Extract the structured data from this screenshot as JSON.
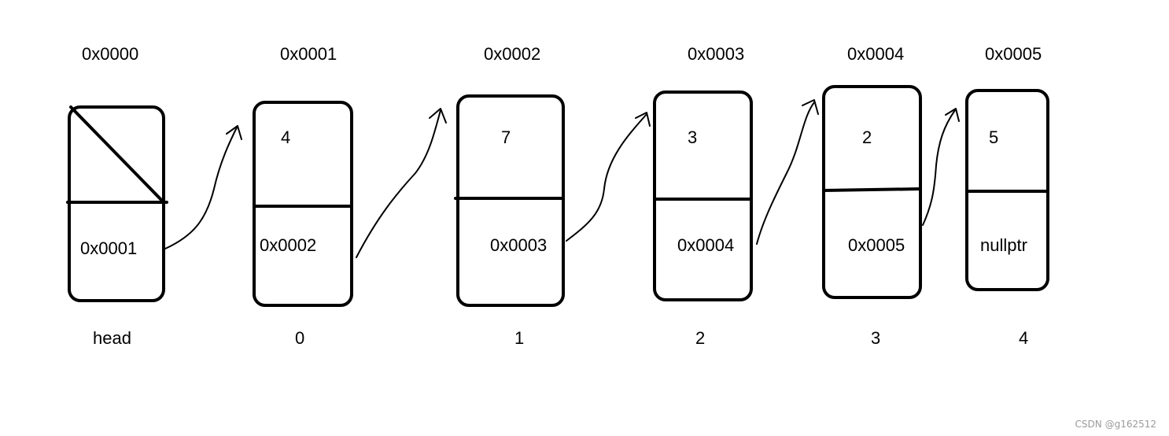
{
  "nodes": [
    {
      "address": "0x0000",
      "value": "",
      "next": "0x0001",
      "index": "head"
    },
    {
      "address": "0x0001",
      "value": "4",
      "next": "0x0002",
      "index": "0"
    },
    {
      "address": "0x0002",
      "value": "7",
      "next": "0x0003",
      "index": "1"
    },
    {
      "address": "0x0003",
      "value": "3",
      "next": "0x0004",
      "index": "2"
    },
    {
      "address": "0x0004",
      "value": "2",
      "next": "0x0005",
      "index": "3"
    },
    {
      "address": "0x0005",
      "value": "5",
      "next": "nullptr",
      "index": "4"
    }
  ],
  "watermark": "CSDN @g162512"
}
